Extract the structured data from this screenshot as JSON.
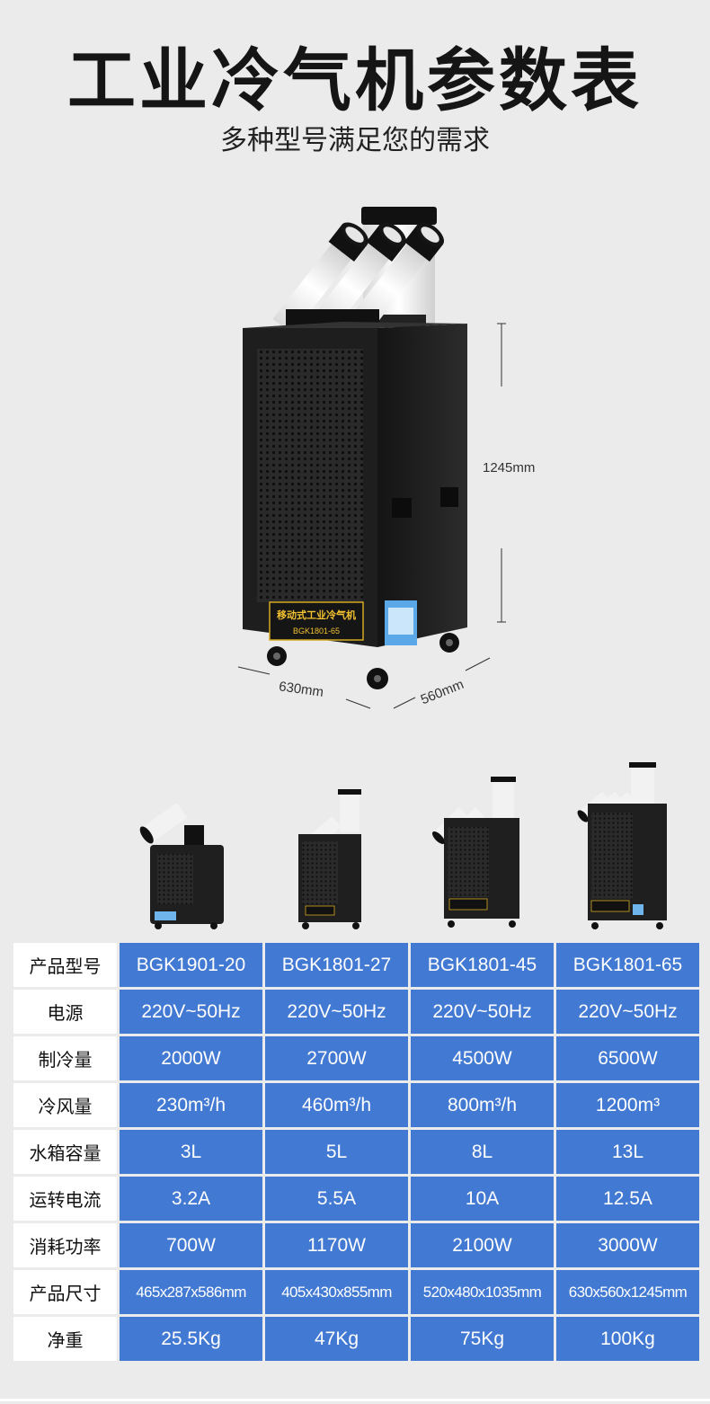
{
  "header": {
    "title": "工业冷气机参数表",
    "subtitle": "多种型号满足您的需求"
  },
  "hero": {
    "height_label": "1245mm",
    "width_label": "630mm",
    "depth_label": "560mm",
    "panel_label_line1": "移动式工业冷气机",
    "panel_label_line2": "BGK1801-65"
  },
  "spec_table": {
    "rows": [
      {
        "label": "产品型号",
        "values": [
          "BGK1901-20",
          "BGK1801-27",
          "BGK1801-45",
          "BGK1801-65"
        ]
      },
      {
        "label": "电源",
        "values": [
          "220V~50Hz",
          "220V~50Hz",
          "220V~50Hz",
          "220V~50Hz"
        ]
      },
      {
        "label": "制冷量",
        "values": [
          "2000W",
          "2700W",
          "4500W",
          "6500W"
        ]
      },
      {
        "label": "冷风量",
        "values": [
          "230m³/h",
          "460m³/h",
          "800m³/h",
          "1200m³"
        ]
      },
      {
        "label": "水箱容量",
        "values": [
          "3L",
          "5L",
          "8L",
          "13L"
        ]
      },
      {
        "label": "运转电流",
        "values": [
          "3.2A",
          "5.5A",
          "10A",
          "12.5A"
        ]
      },
      {
        "label": "消耗功率",
        "values": [
          "700W",
          "1170W",
          "2100W",
          "3000W"
        ]
      },
      {
        "label": "产品尺寸",
        "values": [
          "465x287x586mm",
          "405x430x855mm",
          "520x480x1035mm",
          "630x560x1245mm"
        ]
      },
      {
        "label": "净重",
        "values": [
          "25.5Kg",
          "47Kg",
          "75Kg",
          "100Kg"
        ]
      }
    ]
  },
  "colors": {
    "background": "#ebebeb",
    "accent_blue": "#4279d3",
    "machine_body": "#1e1e1e"
  }
}
